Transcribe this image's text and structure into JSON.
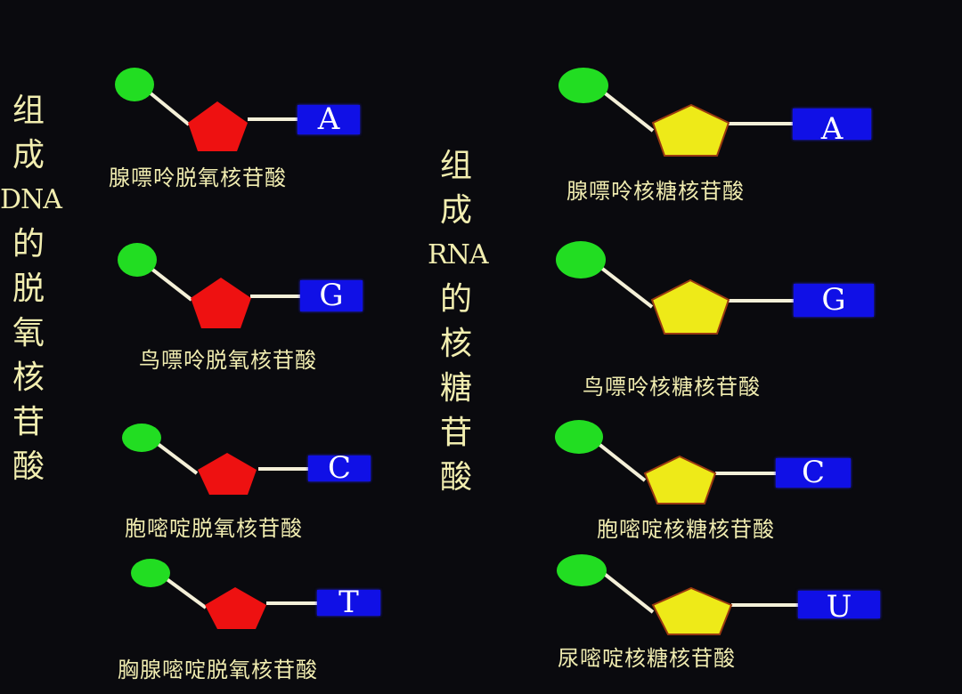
{
  "dna_title": [
    "组",
    "成",
    "DNA",
    "的",
    "脱",
    "氧",
    "核",
    "苷",
    "酸"
  ],
  "rna_title": [
    "组",
    "成",
    "RNA",
    "的",
    "核",
    "糖",
    "苷",
    "酸"
  ],
  "colors": {
    "phosphate": "#22dd22",
    "deoxyribose": "#ee1111",
    "ribose": "#eeea18",
    "base": "#1010e6",
    "bond": "#f4f0d8",
    "label_text": "#f0ecb0"
  },
  "dna": [
    {
      "base": "A",
      "label": "腺嘌呤脱氧核苷酸"
    },
    {
      "base": "G",
      "label": "鸟嘌呤脱氧核苷酸"
    },
    {
      "base": "C",
      "label": "胞嘧啶脱氧核苷酸"
    },
    {
      "base": "T",
      "label": "胸腺嘧啶脱氧核苷酸"
    }
  ],
  "rna": [
    {
      "base": "A",
      "label": "腺嘌呤核糖核苷酸"
    },
    {
      "base": "G",
      "label": "鸟嘌呤核糖核苷酸"
    },
    {
      "base": "C",
      "label": "胞嘧啶核糖核苷酸"
    },
    {
      "base": "U",
      "label": "尿嘧啶核糖核苷酸"
    }
  ]
}
